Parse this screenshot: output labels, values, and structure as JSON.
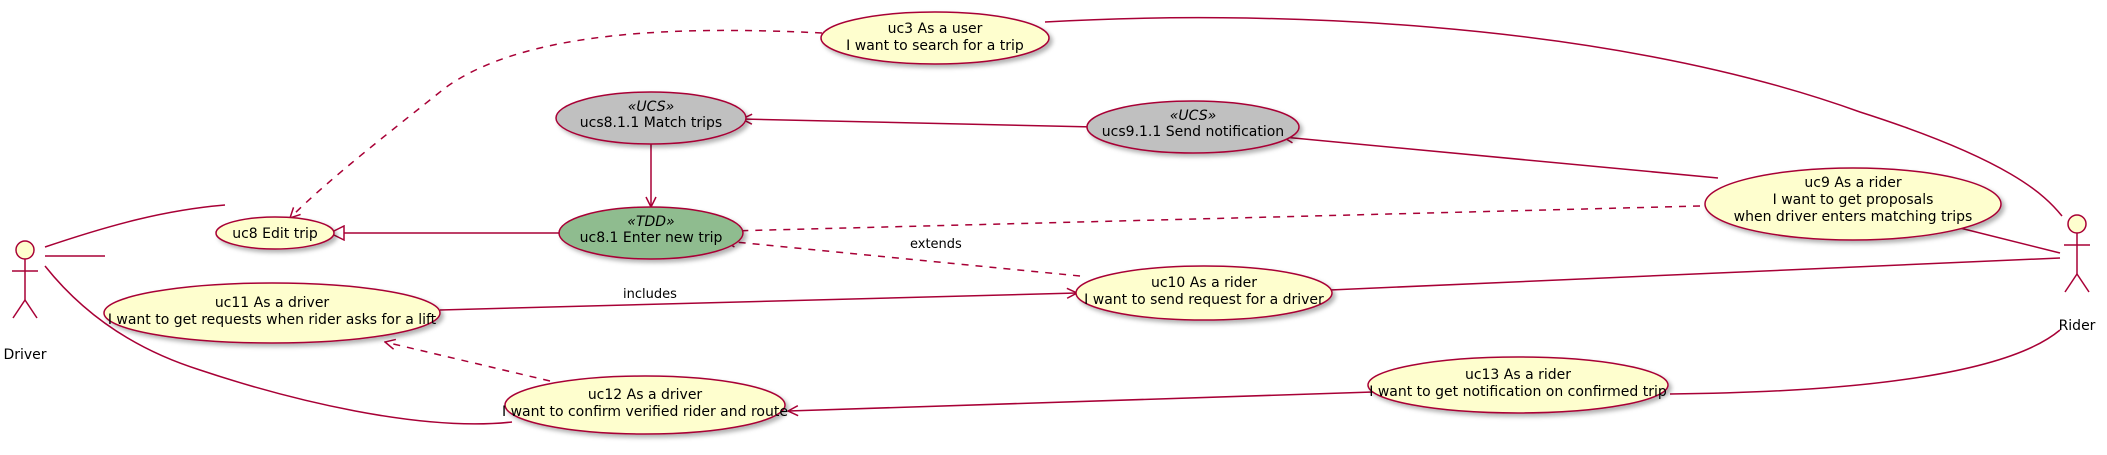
{
  "colors": {
    "line": "#A80036",
    "usecase_fill": "#FEFECE",
    "ucs_fill": "#C0C0C0",
    "tdd_fill": "#8FBC8F",
    "background": "#FFFFFF"
  },
  "actors": {
    "driver": {
      "name": "Driver"
    },
    "rider": {
      "name": "Rider"
    }
  },
  "usecases": {
    "uc3": {
      "lines": [
        "uc3 As a user",
        "I want to search for a trip"
      ]
    },
    "ucs811": {
      "stereotype": "«UCS»",
      "lines": [
        "ucs8.1.1 Match trips"
      ]
    },
    "ucs911": {
      "stereotype": "«UCS»",
      "lines": [
        "ucs9.1.1 Send notification"
      ]
    },
    "uc9": {
      "lines": [
        "uc9 As a rider",
        "I want to get proposals",
        "when driver enters matching trips"
      ]
    },
    "uc8": {
      "lines": [
        "uc8 Edit trip"
      ]
    },
    "uc81": {
      "stereotype": "«TDD»",
      "lines": [
        "uc8.1 Enter new trip"
      ]
    },
    "uc10": {
      "lines": [
        "uc10 As a rider",
        "I want to send request for a driver"
      ]
    },
    "uc11": {
      "lines": [
        "uc11 As a driver",
        "I want to get requests when rider asks for a lift"
      ]
    },
    "uc12": {
      "lines": [
        "uc12 As a driver",
        "I want to confirm verified rider and route"
      ]
    },
    "uc13": {
      "lines": [
        "uc13 As a rider",
        "I want to get notification on confirmed trip"
      ]
    }
  },
  "edge_labels": {
    "extends": "extends",
    "includes": "includes"
  }
}
